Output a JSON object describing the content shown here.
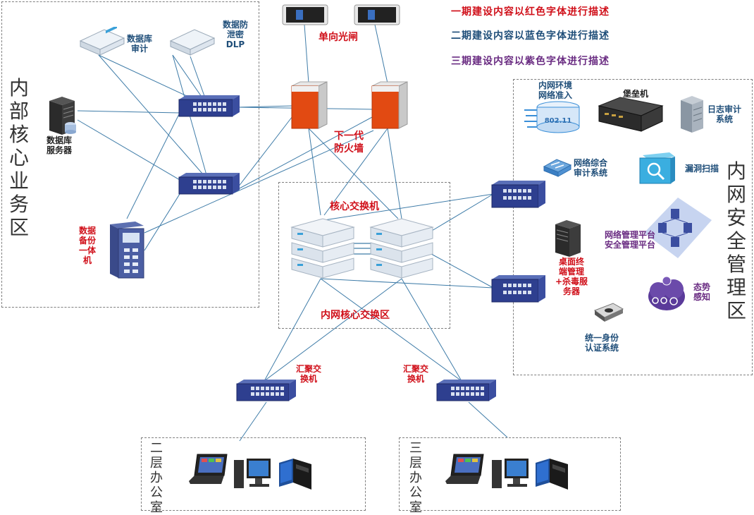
{
  "legend": {
    "phase1": "一期建设内容以红色字体进行描述",
    "phase2": "二期建设内容以蓝色字体进行描述",
    "phase3": "三期建设内容以紫色字体进行描述"
  },
  "zones": {
    "core_business": "内部核心业务区",
    "security_mgmt": "内网安全管理区",
    "core_switch_zone": "内网核心交换区",
    "floor2_office": "二层办公室",
    "floor3_office": "三层办公室"
  },
  "labels": {
    "db_audit": "数据库\n审计",
    "dlp": "数据防\n泄密\nDLP",
    "db_server": "数据库\n服务器",
    "backup": "数据\n备份\n一体\n机",
    "gatekeeper": "单向光闸",
    "ngfw": "下一代\n防火墙",
    "core_switch": "核心交换机",
    "agg_switch_left": "汇聚交\n换机",
    "agg_switch_right": "汇聚交\n换机",
    "nac": "内网环境\n网络准入",
    "bastion": "堡垒机",
    "log_audit": "日志审计\n系统",
    "net_audit": "网络综合\n审计系统",
    "vuln_scan": "漏洞扫描",
    "mgmt_platform": "网络管理平台\n安全管理平台",
    "desktop_mgmt": "桌面终\n端管理\n+杀毒服\n务器",
    "situation": "态势\n感知",
    "identity": "统一身份\n认证系统",
    "wifi_badge": "802.11"
  },
  "colors": {
    "phase1": "#d0101a",
    "phase2": "#1f4e79",
    "phase3": "#6a2c82",
    "link": "#3f7ca8"
  }
}
